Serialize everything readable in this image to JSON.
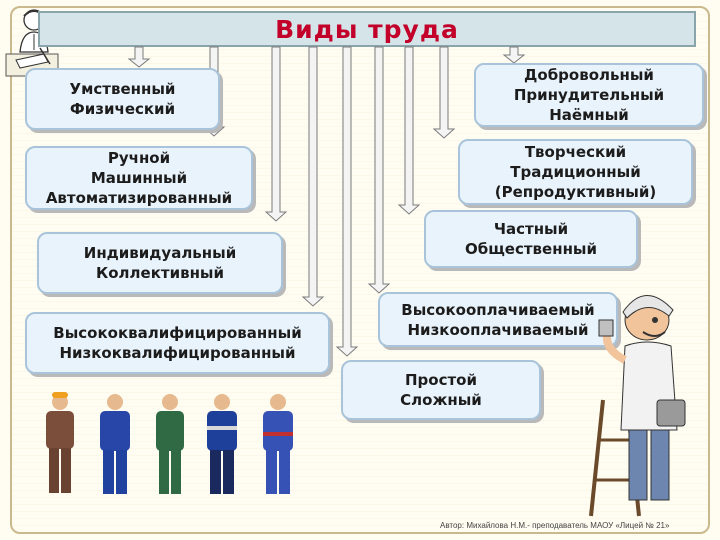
{
  "title": "Виды труда",
  "left_groups": [
    {
      "lines": [
        "Умственный",
        "Физический"
      ]
    },
    {
      "lines": [
        "Ручной",
        "Машинный",
        "Автоматизированный"
      ]
    },
    {
      "lines": [
        "Индивидуальный",
        "Коллективный"
      ]
    },
    {
      "lines": [
        "Высококвалифицированный",
        "Низкоквалифицированный"
      ]
    }
  ],
  "right_groups": [
    {
      "lines": [
        "Добровольный",
        "Принудительный",
        "Наёмный"
      ]
    },
    {
      "lines": [
        "Творческий",
        "Традиционный",
        "(Репродуктивный)"
      ]
    },
    {
      "lines": [
        "Частный",
        "Общественный"
      ]
    },
    {
      "lines": [
        "Высокооплачиваемый",
        "Низкооплачиваемый"
      ]
    },
    {
      "lines": [
        "Простой",
        "Сложный"
      ]
    }
  ],
  "footer": "Автор: Михайлова Н.М.- преподаватель МАОУ «Лицей № 21»",
  "colors": {
    "title": "#c2002a",
    "box_fill": "#e9f3fb",
    "box_border": "#a9c4da",
    "bar": "#d5e4e8"
  }
}
